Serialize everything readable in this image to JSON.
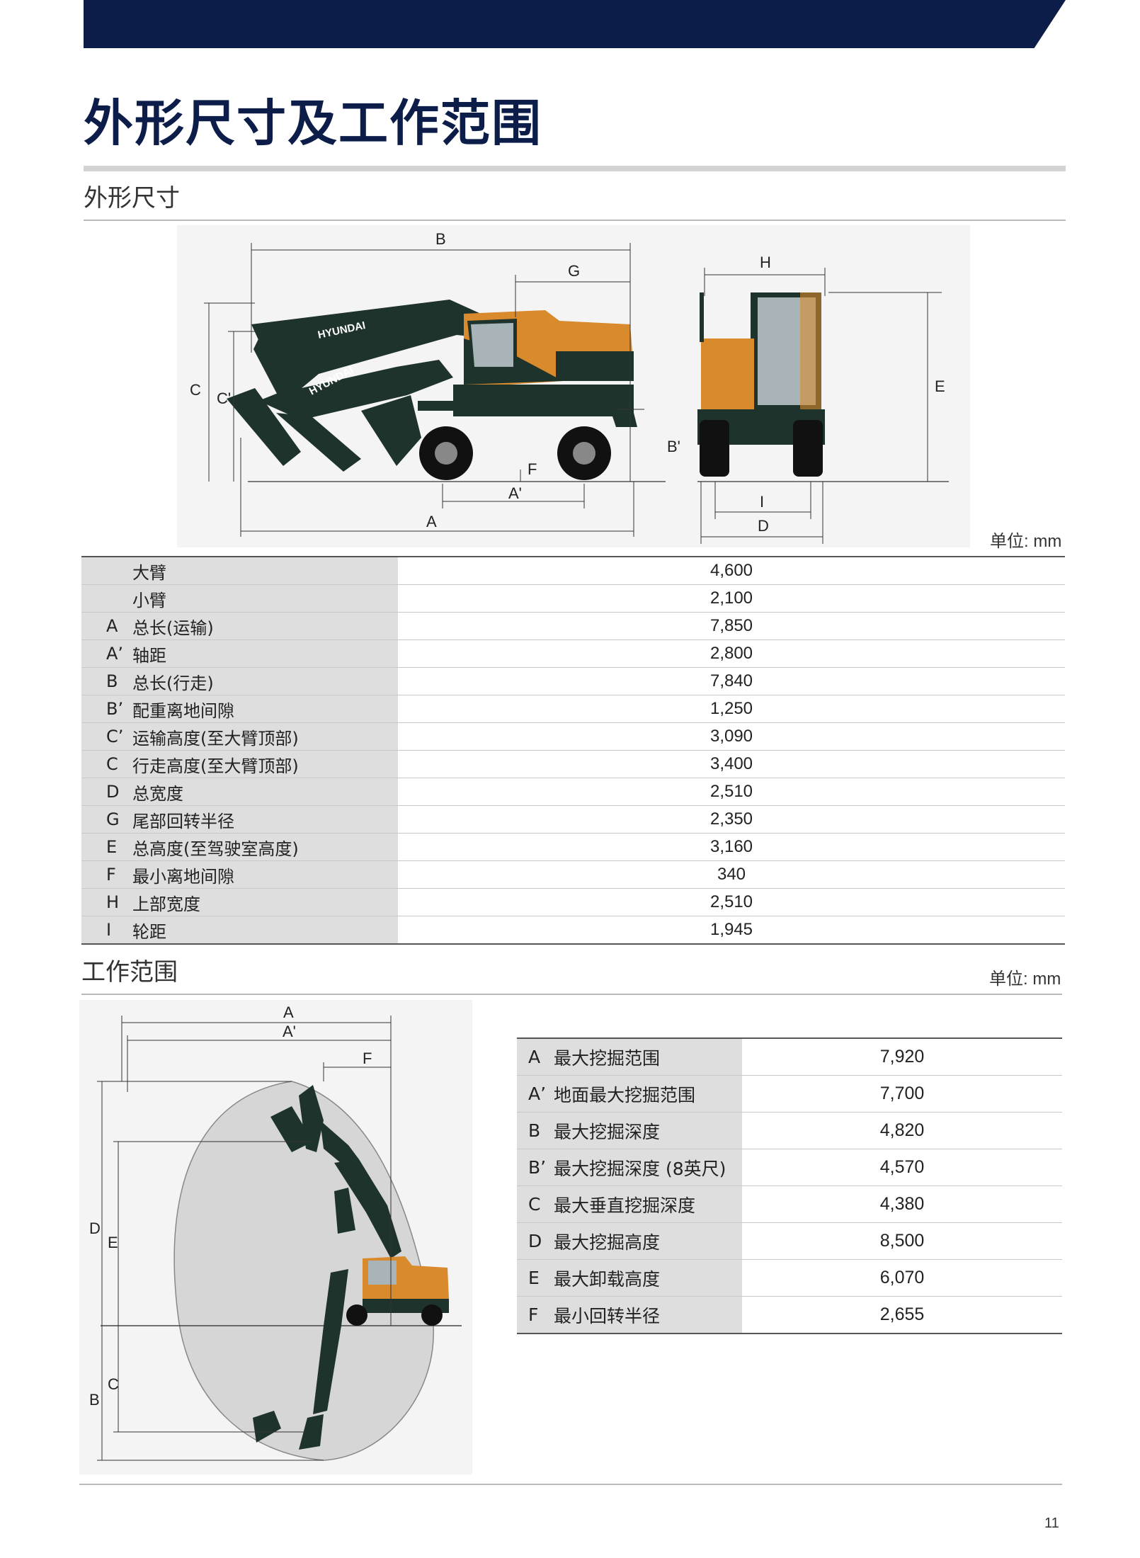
{
  "page": {
    "title": "外形尺寸及工作范围",
    "page_number": "11"
  },
  "dimensions": {
    "heading": "外形尺寸",
    "unit": "单位: mm",
    "diagram_labels": {
      "A": "A",
      "A_prime": "A'",
      "B": "B",
      "B_prime": "B'",
      "C": "C",
      "C_prime": "C'",
      "D": "D",
      "E": "E",
      "F": "F",
      "G": "G",
      "H": "H",
      "I": "I",
      "brand": "HYUNDAI"
    },
    "rows": [
      {
        "code": "",
        "label": "大臂",
        "value": "4,600"
      },
      {
        "code": "",
        "label": "小臂",
        "value": "2,100"
      },
      {
        "code": "A",
        "label": "总长(运输)",
        "value": "7,850"
      },
      {
        "code": "A’",
        "label": "轴距",
        "value": "2,800"
      },
      {
        "code": "B",
        "label": "总长(行走)",
        "value": "7,840"
      },
      {
        "code": "B’",
        "label": "配重离地间隙",
        "value": "1,250"
      },
      {
        "code": "C’",
        "label": "运输高度(至大臂顶部)",
        "value": "3,090"
      },
      {
        "code": "C",
        "label": "行走高度(至大臂顶部)",
        "value": "3,400"
      },
      {
        "code": "D",
        "label": "总宽度",
        "value": "2,510"
      },
      {
        "code": "G",
        "label": "尾部回转半径",
        "value": "2,350"
      },
      {
        "code": "E",
        "label": "总高度(至驾驶室高度)",
        "value": "3,160"
      },
      {
        "code": "F",
        "label": "最小离地间隙",
        "value": "340"
      },
      {
        "code": "H",
        "label": "上部宽度",
        "value": "2,510"
      },
      {
        "code": "I",
        "label": "轮距",
        "value": "1,945"
      }
    ]
  },
  "working_range": {
    "heading": "工作范围",
    "unit": "单位: mm",
    "diagram_labels": {
      "A": "A",
      "A_prime": "A'",
      "B": "B",
      "C": "C",
      "D": "D",
      "E": "E",
      "F": "F"
    },
    "rows": [
      {
        "code": "A",
        "label": "最大挖掘范围",
        "value": "7,920"
      },
      {
        "code": "A’",
        "label": "地面最大挖掘范围",
        "value": "7,700"
      },
      {
        "code": "B",
        "label": "最大挖掘深度",
        "value": "4,820"
      },
      {
        "code": "B’",
        "label": "最大挖掘深度 (8英尺)",
        "value": "4,570"
      },
      {
        "code": "C",
        "label": "最大垂直挖掘深度",
        "value": "4,380"
      },
      {
        "code": "D",
        "label": "最大挖掘高度",
        "value": "8,500"
      },
      {
        "code": "E",
        "label": "最大卸载高度",
        "value": "6,070"
      },
      {
        "code": "F",
        "label": "最小回转半径",
        "value": "2,655"
      }
    ]
  },
  "colors": {
    "navy": "#0b1d48",
    "machine_green": "#1f332d",
    "machine_orange": "#d88a2c",
    "table_gray": "#dedede"
  }
}
